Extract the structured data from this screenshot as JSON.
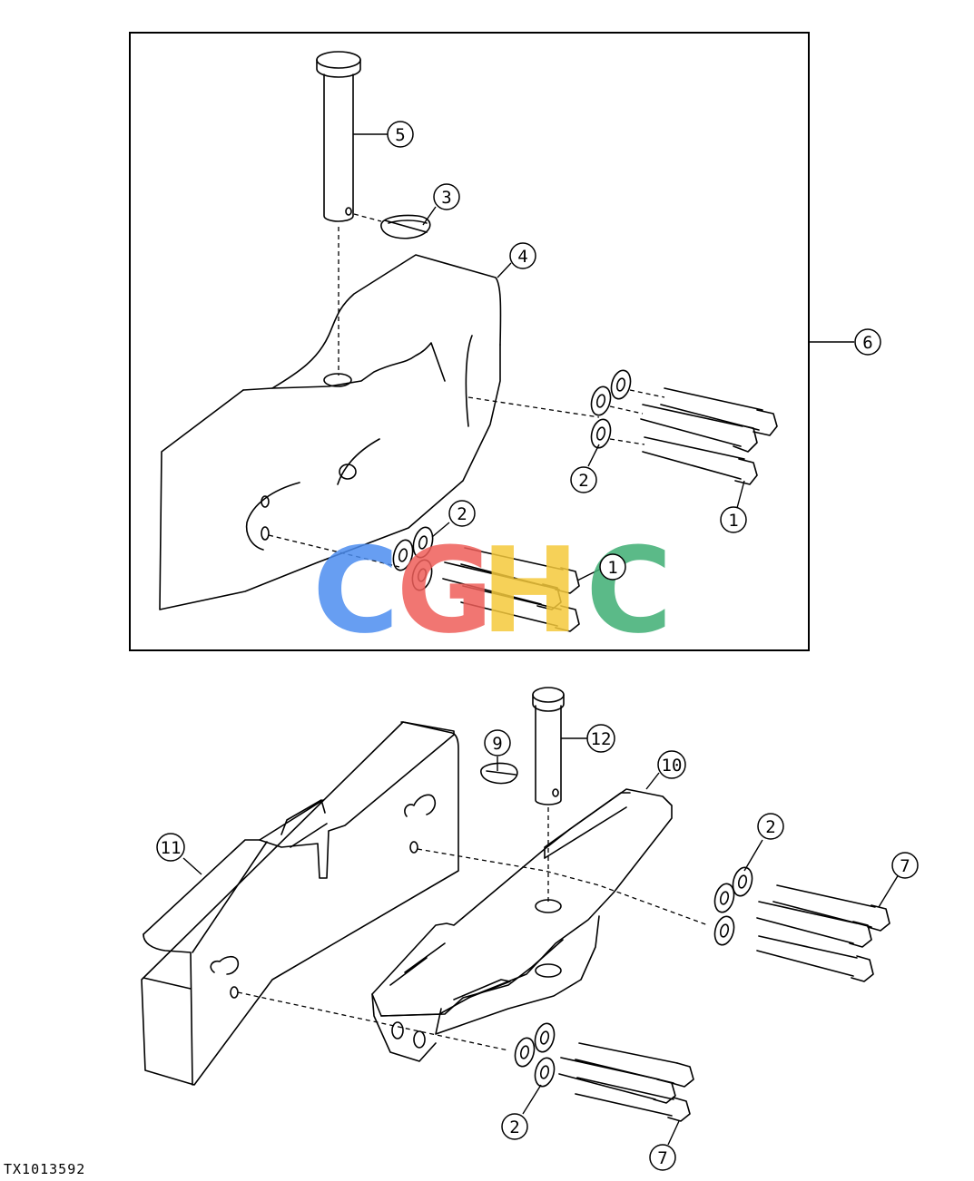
{
  "diagram": {
    "reference_code": "TX1013592",
    "watermark": {
      "letters": [
        "C",
        "G",
        "H",
        "C"
      ],
      "colors": [
        "#4d8ef0",
        "#ef5f5a",
        "#f5c93c",
        "#3fae74"
      ]
    },
    "callouts": [
      {
        "id": "c5",
        "label": "5"
      },
      {
        "id": "c3",
        "label": "3"
      },
      {
        "id": "c4",
        "label": "4"
      },
      {
        "id": "c6",
        "label": "6"
      },
      {
        "id": "c2a",
        "label": "2"
      },
      {
        "id": "c1a",
        "label": "1"
      },
      {
        "id": "c2b",
        "label": "2"
      },
      {
        "id": "c1b",
        "label": "1"
      },
      {
        "id": "c9",
        "label": "9"
      },
      {
        "id": "c12",
        "label": "12"
      },
      {
        "id": "c10",
        "label": "10"
      },
      {
        "id": "c11",
        "label": "11"
      },
      {
        "id": "c2c",
        "label": "2"
      },
      {
        "id": "c7a",
        "label": "7"
      },
      {
        "id": "c2d",
        "label": "2"
      },
      {
        "id": "c7b",
        "label": "7"
      }
    ]
  }
}
